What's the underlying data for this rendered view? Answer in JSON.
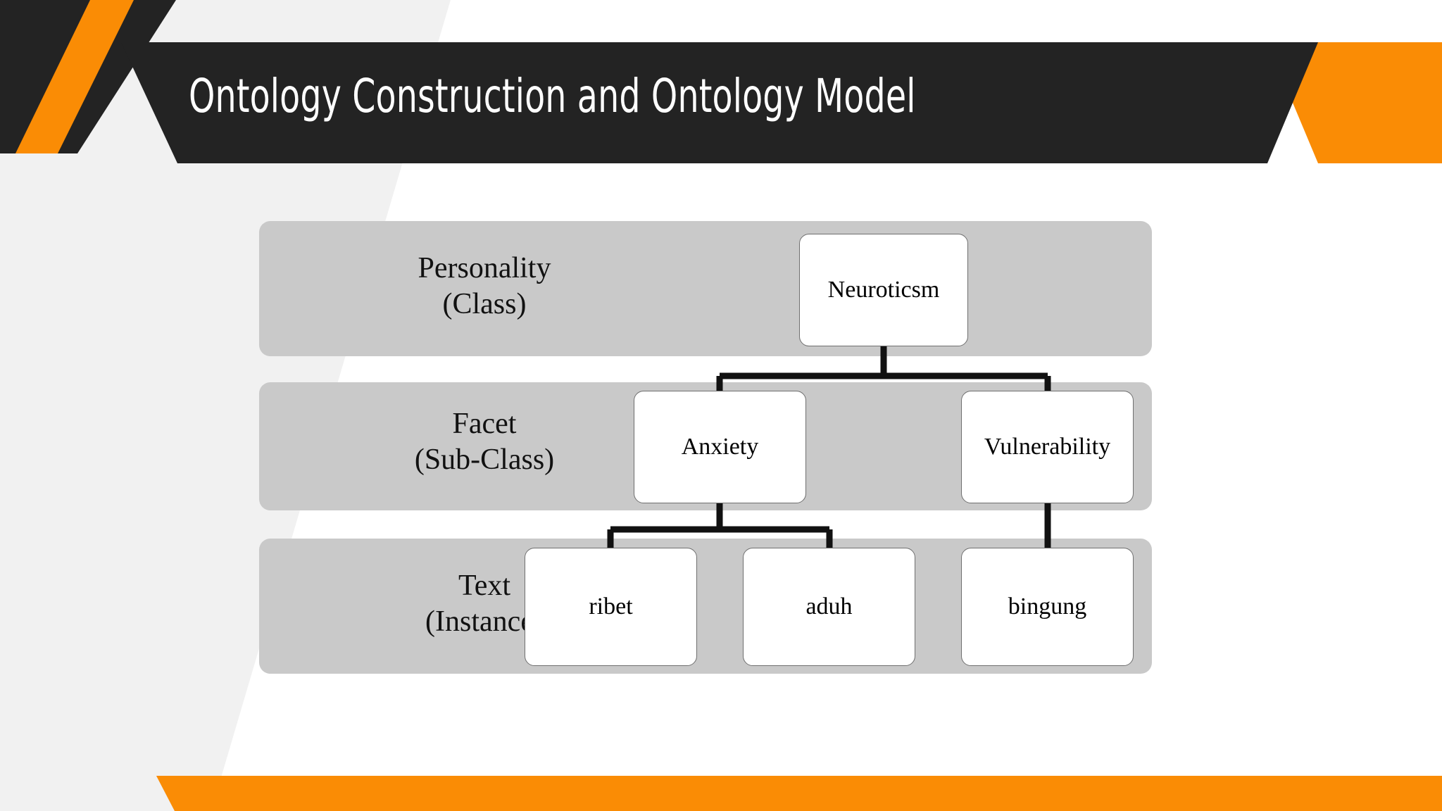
{
  "slide": {
    "title": "Ontology Construction and Ontology Model",
    "theme": {
      "accent_orange": "#FA8C05",
      "dark": "#232323",
      "light_gray_bg": "#F1F1F1",
      "band_gray": "#C9C9C9",
      "node_fill": "#FFFFFF",
      "node_border": "#6F6F6F",
      "connector": "#111111",
      "title_color": "#FFFFFF"
    }
  },
  "diagram": {
    "type": "hierarchy",
    "rows": [
      {
        "id": "personality",
        "line1": "Personality",
        "line2": "(Class)"
      },
      {
        "id": "facet",
        "line1": "Facet",
        "line2": "(Sub-Class)"
      },
      {
        "id": "text",
        "line1": "Text",
        "line2": "(Instance)"
      }
    ],
    "nodes": {
      "neuroticsm": "Neuroticsm",
      "anxiety": "Anxiety",
      "vulnerability": "Vulnerability",
      "ribet": "ribet",
      "aduh": "aduh",
      "bingung": "bingung"
    },
    "edges": [
      {
        "from": "neuroticsm",
        "to": "anxiety"
      },
      {
        "from": "neuroticsm",
        "to": "vulnerability"
      },
      {
        "from": "anxiety",
        "to": "ribet"
      },
      {
        "from": "anxiety",
        "to": "aduh"
      },
      {
        "from": "vulnerability",
        "to": "bingung"
      }
    ]
  }
}
